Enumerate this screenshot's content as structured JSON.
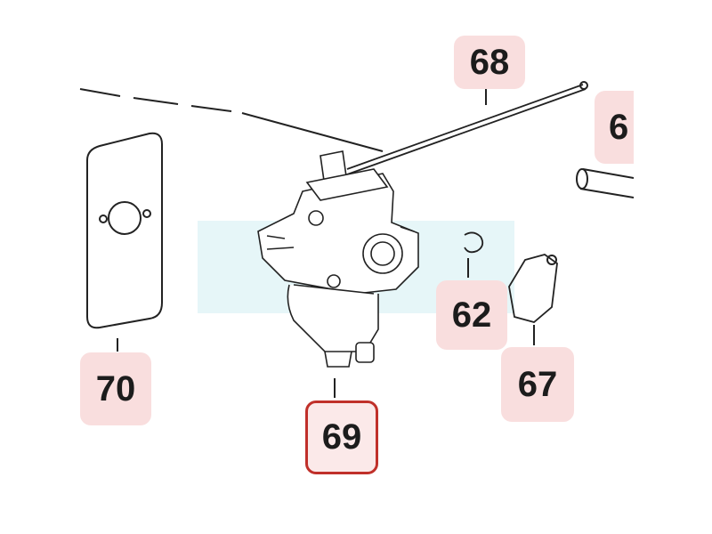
{
  "diagram": {
    "callouts": [
      {
        "label": "68"
      },
      {
        "label": "6"
      },
      {
        "label": "62"
      },
      {
        "label": "67"
      },
      {
        "label": "70"
      },
      {
        "label": "69",
        "selected": true
      }
    ],
    "colors": {
      "callout_bg": "#f9dede",
      "selected_border": "#c0302a",
      "watermark": "#e6f6f8"
    }
  }
}
